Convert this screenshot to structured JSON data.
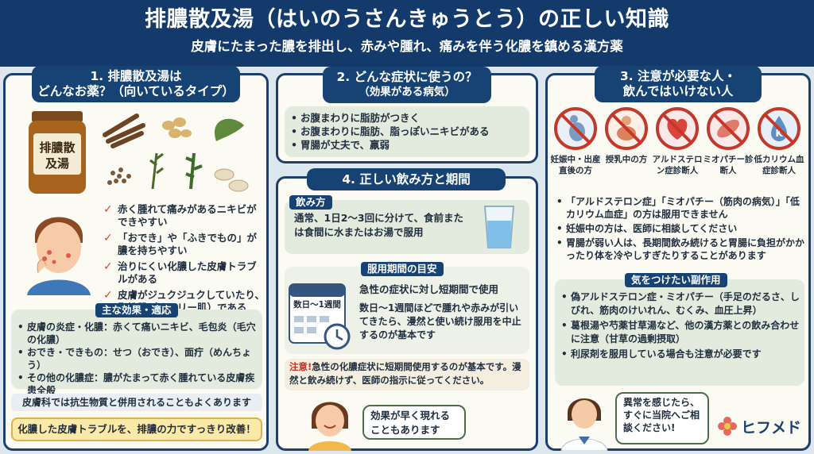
{
  "header": {
    "title": "排膿散及湯（はいのうさんきゅうとう）の正しい知識",
    "subtitle": "皮膚にたまった膿を排出し、赤みや腫れ、痛みを伴う化膿を鎮める漢方薬"
  },
  "section1": {
    "title_line1": "1. 排膿散及湯は",
    "title_line2": "どんなお薬？（向いているタイプ）",
    "bottle_label_1": "排膿散",
    "bottle_label_2": "及湯",
    "checks": [
      "赤く腫れて痛みがあるニキビができやすい",
      "「おでき」や「ふきでもの」が膿を持ちやすい",
      "治りにくい化膿した皮膚トラブルがある",
      "皮膚がジュクジュクしていたり、脂性肌（オイリー肌）である"
    ],
    "effects_title": "主な効果・適応",
    "effects": [
      "皮膚の炎症・化膿：赤くて痛いニキビ、毛包炎（毛穴の化膿）",
      "おでき・できもの：せつ（おでき）、面疔（めんちょう）",
      "その他の化膿症：膿がたまって赤く腫れている皮膚疾患全般"
    ],
    "note": "皮膚科では抗生物質と併用されることもよくあります",
    "banner": "化膿した皮膚トラブルを、排膿の力ですっきり改善！"
  },
  "section2": {
    "title": "2. どんな症状に使うの？",
    "subtitle": "（効果がある病気）",
    "items": [
      "お腹まわりに脂肪がつきく",
      "お腹まわりに脂肪、脂っぽいニキビがある",
      "胃腸が丈夫で、羸弱"
    ]
  },
  "section4": {
    "title": "4. 正しい飲み方と期間",
    "howto_tag": "飲み方",
    "howto_text": "通常、1日2〜3回に分けて、食前または食間に水またはお湯で服用",
    "period_tag": "服用期間の目安",
    "calendar_label": "数日〜1週間",
    "period_text_1": "急性の症状に対し短期間で使用",
    "period_text_2": "数日〜1週間ほどで腫れや赤みが引いてきたら、漫然と使い続け服用を中止するのが基本です",
    "caution_label": "注意!",
    "caution_text": "急性の化膿症状に短期間使用するのが基本です。漫然と飲み続けず、医師の指示に従ってください。",
    "bubble": "効果が早く現れることもあります"
  },
  "section3": {
    "title_line1": "3. 注意が必要な人・",
    "title_line2": "飲んではいけない人",
    "icons": [
      {
        "label": "妊娠中・出産直後の方",
        "icon": "pregnant-icon"
      },
      {
        "label": "授乳中の方",
        "icon": "breastfeeding-icon"
      },
      {
        "label": "アルドステロン症診断人",
        "icon": "heart-icon"
      },
      {
        "label": "ミオパチー診断人",
        "icon": "muscle-icon"
      },
      {
        "label": "低カリウム血症診断人",
        "icon": "potassium-icon"
      }
    ],
    "items": [
      "「アルドステロン症」「ミオパチー（筋肉の病気）」「低カリウム血症」の方は服用できません",
      "妊娠中の方は、医師に相談してください",
      "胃腸が弱い人は、長期間飲み続けると胃腸に負担がかかったり体を冷やしすぎたりすることがあります"
    ],
    "side_title": "気をつけたい副作用",
    "side_items": [
      "偽アルドステロン症・ミオパチー（手足のだるさ、しびれ、筋肉のけいれん、むくみ、血圧上昇）",
      "葛根湯や芍薬甘草湯など、他の漢方薬との飲み合わせに注意（甘草の過剰摂取）",
      "利尿剤を服用している場合も注意が必要です"
    ],
    "bubble": "異常を感じたら、すぐに当院へご相談ください!",
    "logo": "ヒフメド"
  },
  "colors": {
    "navy": "#133a6b",
    "panel_bg": "#fbfaf3",
    "green_box": "#e2ebdd",
    "accent_red": "#cc2a1b",
    "banner_yellow": "#fbe9a8"
  }
}
